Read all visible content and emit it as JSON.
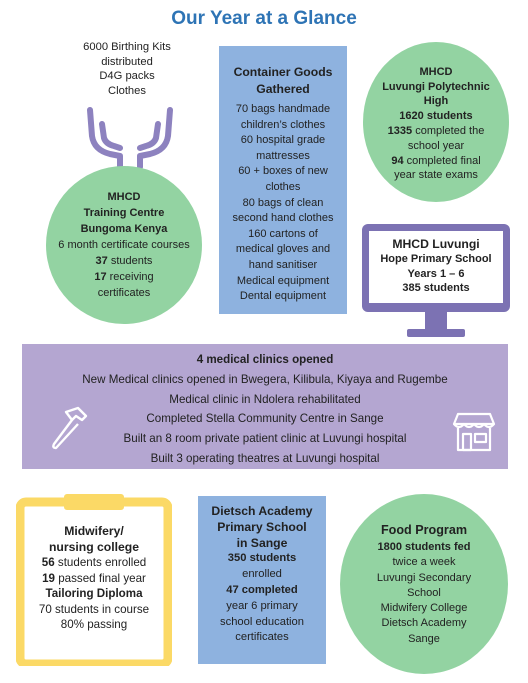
{
  "page_title": "Our Year at a Glance",
  "birthing": {
    "lines": [
      "6000 Birthing Kits",
      "distributed",
      "D4G packs",
      "Clothes"
    ]
  },
  "container": {
    "heading": [
      "Container Goods",
      "Gathered"
    ],
    "lines": [
      "70 bags handmade",
      "children’s clothes",
      "60 hospital grade",
      "mattresses",
      "60 + boxes of new",
      "clothes",
      "80 bags of clean",
      "second hand clothes",
      "160 cartons of",
      "medical gloves and",
      "hand sanitiser",
      "Medical equipment",
      "Dental equipment"
    ]
  },
  "polytechnic": {
    "bold_lines": [
      "MHCD",
      "Luvungi Polytechnic",
      "High",
      "1620 students"
    ],
    "lines": [
      {
        "bold": "1335",
        "rest": " completed the"
      },
      {
        "bold": "",
        "rest": "school year"
      },
      {
        "bold": "94",
        "rest": " completed final"
      },
      {
        "bold": "",
        "rest": "year state exams"
      }
    ]
  },
  "training": {
    "bold_lines": [
      "MHCD",
      "Training Centre",
      "Bungoma Kenya"
    ],
    "line1": "6 month certificate courses",
    "lines": [
      {
        "bold": "37",
        "rest": " students"
      },
      {
        "bold": "17",
        "rest": " receiving"
      },
      {
        "bold": "",
        "rest": "certificates"
      }
    ]
  },
  "monitor": {
    "heading": "MHCD Luvungi",
    "lines": [
      "Hope Primary School",
      "Years 1 – 6",
      "385 students"
    ]
  },
  "clinics": {
    "heading": "4 medical clinics opened",
    "lines": [
      "New Medical clinics opened in Bwegera, Kilibula, Kiyaya and Rugembe",
      "Medical clinic in Ndolera rehabilitated",
      "Completed Stella Community Centre in Sange",
      "Built an 8 room private patient clinic at Luvungi hospital",
      "Built 3 operating theatres at Luvungi hospital"
    ]
  },
  "clipboard": {
    "heading": [
      "Midwifery/",
      "nursing college"
    ],
    "lines": [
      {
        "bold": "56",
        "rest": " students enrolled"
      },
      {
        "bold": "19",
        "rest": " passed final year"
      }
    ],
    "heading2": "Tailoring Diploma",
    "lines2": [
      "70 students in course",
      "80% passing"
    ]
  },
  "dietsch": {
    "heading": [
      "Dietsch Academy",
      "Primary School",
      "in Sange"
    ],
    "bold_lines": [
      "350 students",
      "enrolled",
      "47 completed"
    ],
    "lines": [
      "year 6 primary",
      "school education",
      "certificates"
    ]
  },
  "food": {
    "heading": "Food Program",
    "bold_lines": [
      "1800 students fed",
      "twice a week"
    ],
    "lines": [
      "Luvungi Secondary",
      "School",
      "Midwifery College",
      "Dietsch Academy",
      "Sange"
    ]
  },
  "colors": {
    "title": "#2e74b5",
    "green": "#93d3a2",
    "blue": "#8eb2df",
    "purple": "#b4a6d1",
    "hands": "#8d82bf",
    "monitor": "#7c72b3",
    "clipboard": "#fbd966"
  },
  "icons": [
    "hands-icon",
    "monitor-icon",
    "hammer-icon",
    "shop-icon",
    "clipboard-icon"
  ]
}
